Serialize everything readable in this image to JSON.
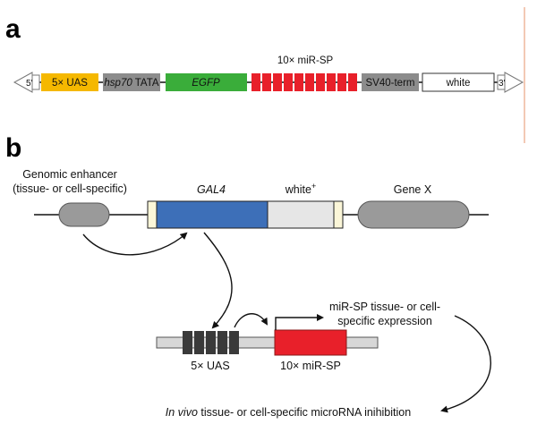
{
  "panel_a": {
    "label": "a",
    "arrow_left": "5'",
    "arrow_right": "3'",
    "uas": "5× UAS",
    "tata_italic": "hsp70",
    "tata_rest": " TATA",
    "egfp": "EGFP",
    "mir_sp": "10× miR-SP",
    "sv40": "SV40-term",
    "white": "white"
  },
  "panel_b": {
    "label": "b",
    "enhancer_line1": "Genomic enhancer",
    "enhancer_line2": "(tissue- or cell-specific)",
    "gal4": "GAL4",
    "white_plus": "white",
    "white_plus_sup": "+",
    "gene_x": "Gene X",
    "uas": "5× UAS",
    "mir_sp": "10× miR-SP",
    "expression_line1": "miR-SP tissue- or cell-",
    "expression_line2": "specific expression",
    "inhibition_italic": "In vivo",
    "inhibition_rest": " tissue- or cell-specific microRNA inihibition"
  },
  "colors": {
    "uas_yellow": "#f5b800",
    "tata_gray": "#8c8c8c",
    "egfp_green": "#3aad3a",
    "mir_red": "#e8202a",
    "gal4_blue": "#3d6fb8",
    "white_gene": "#e6e6e6",
    "gene_gray": "#9a9a9a",
    "uas_dark": "#3a3a3a",
    "side_rule": "#f3c9b5"
  }
}
